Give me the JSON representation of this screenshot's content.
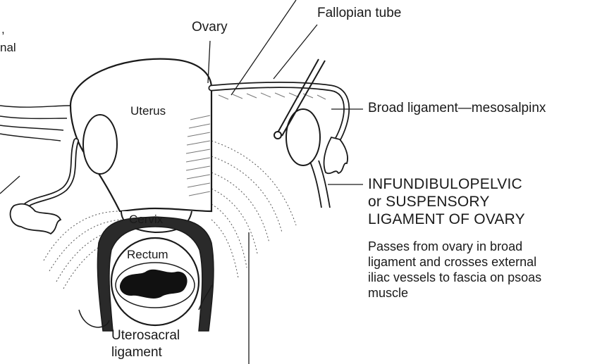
{
  "labels": {
    "corner_fragment_1": ",",
    "corner_fragment_2": "nal",
    "ovary": "Ovary",
    "fallopian_tube": "Fallopian tube",
    "uterus": "Uterus",
    "broad_ligament": "Broad ligament—mesosalpinx",
    "infundibulopelvic_line1": "INFUNDIBULOPELVIC",
    "infundibulopelvic_line2": "or SUSPENSORY",
    "infundibulopelvic_line3": "LIGAMENT OF OVARY",
    "description_line1": "Passes from ovary in broad",
    "description_line2": "ligament and crosses external",
    "description_line3": "iliac vessels to fascia on psoas",
    "description_line4": "muscle",
    "cervix": "Cervix",
    "rectum": "Rectum",
    "uterosacral_line1": "Uterosacral",
    "uterosacral_line2": "ligament"
  },
  "colors": {
    "ink": "#1a1a1a",
    "shade": "#9a9a9a",
    "fill": "#ffffff",
    "feces": "#111111"
  }
}
